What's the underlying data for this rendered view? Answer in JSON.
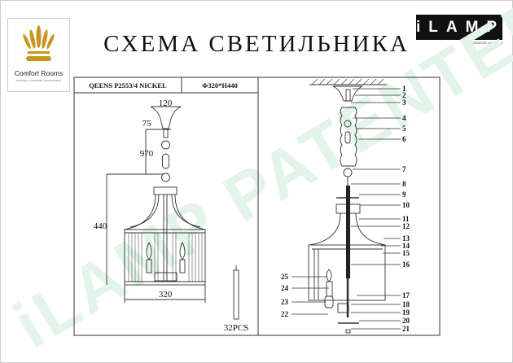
{
  "header": {
    "title": "СХЕМА СВЕТИЛЬНИКА",
    "logo_left": {
      "name": "Comfort Rooms",
      "tagline": "LIGHTING | FURNITURE | ACCESSORIES",
      "color": "#c8961e"
    },
    "logo_right": {
      "name": "iLAMP",
      "tagline": "DECORATIVE LIGHTING"
    }
  },
  "watermark": "iLAMP PATENTED",
  "spec": {
    "model": "QEENS P2553/4 NICKEL",
    "dimensions": "Φ320*H440"
  },
  "dimension_labels": {
    "canopy_width": "120",
    "canopy_height": "75",
    "chain_length": "970",
    "body_height": "440",
    "body_width": "320",
    "crystal_count": "32PCS"
  },
  "parts_right": [
    "1",
    "2",
    "3",
    "4",
    "5",
    "6",
    "7",
    "8",
    "9",
    "10",
    "11",
    "12",
    "13",
    "14",
    "15",
    "16",
    "17",
    "18",
    "19",
    "20",
    "21"
  ],
  "parts_left": [
    "25",
    "24",
    "23",
    "22"
  ]
}
